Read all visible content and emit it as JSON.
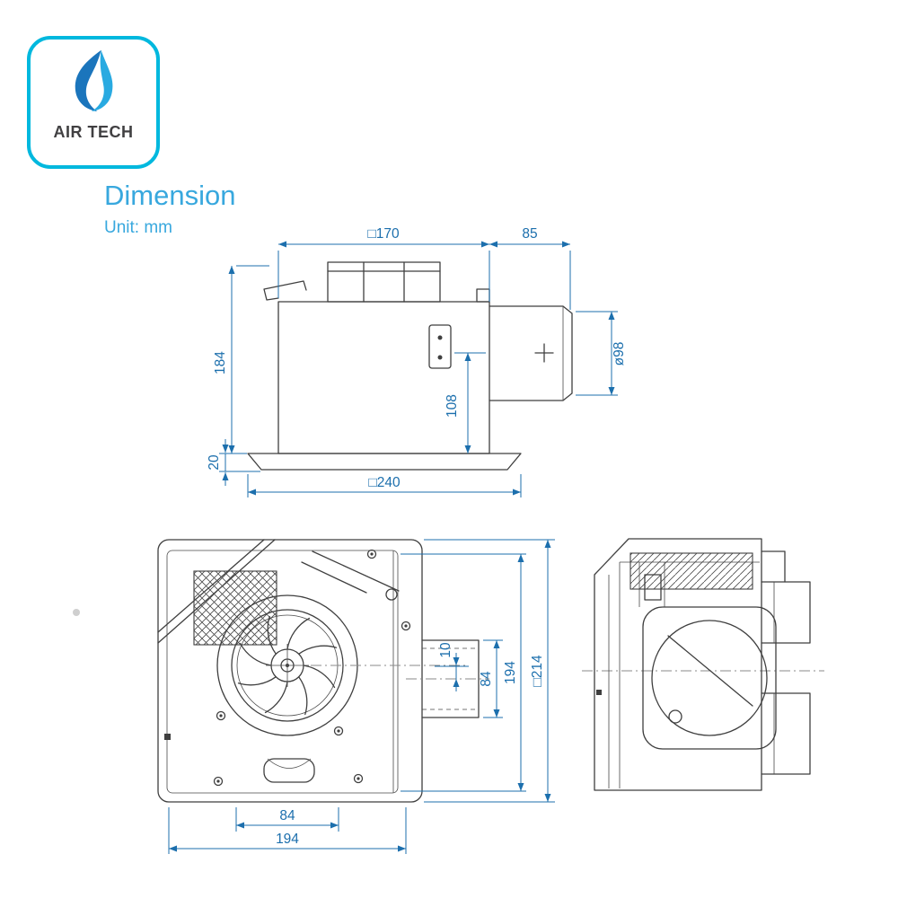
{
  "logo": {
    "brand": "AIR TECH",
    "border_color": "#00b8de",
    "flame_primary": "#1b75bc",
    "flame_accent": "#29aae1",
    "text_color": "#414042"
  },
  "header": {
    "title": "Dimension",
    "subtitle": "Unit: mm",
    "accent_color": "#38a8de"
  },
  "colors": {
    "dimension_blue": "#1c6fad",
    "drawing_line": "#3f3f3f"
  },
  "dims": {
    "side": {
      "top_width": "□170",
      "duct_length": "85",
      "body_height": "184",
      "duct_center_height": "108",
      "duct_diameter": "ø98",
      "panel_thickness": "20",
      "panel_width": "□240"
    },
    "plan": {
      "duct_offset": "10",
      "duct_width": "84",
      "duct_center_from_edge": "194",
      "body_size": "□214",
      "bottom_inner": "84",
      "bottom_outer": "194"
    }
  }
}
